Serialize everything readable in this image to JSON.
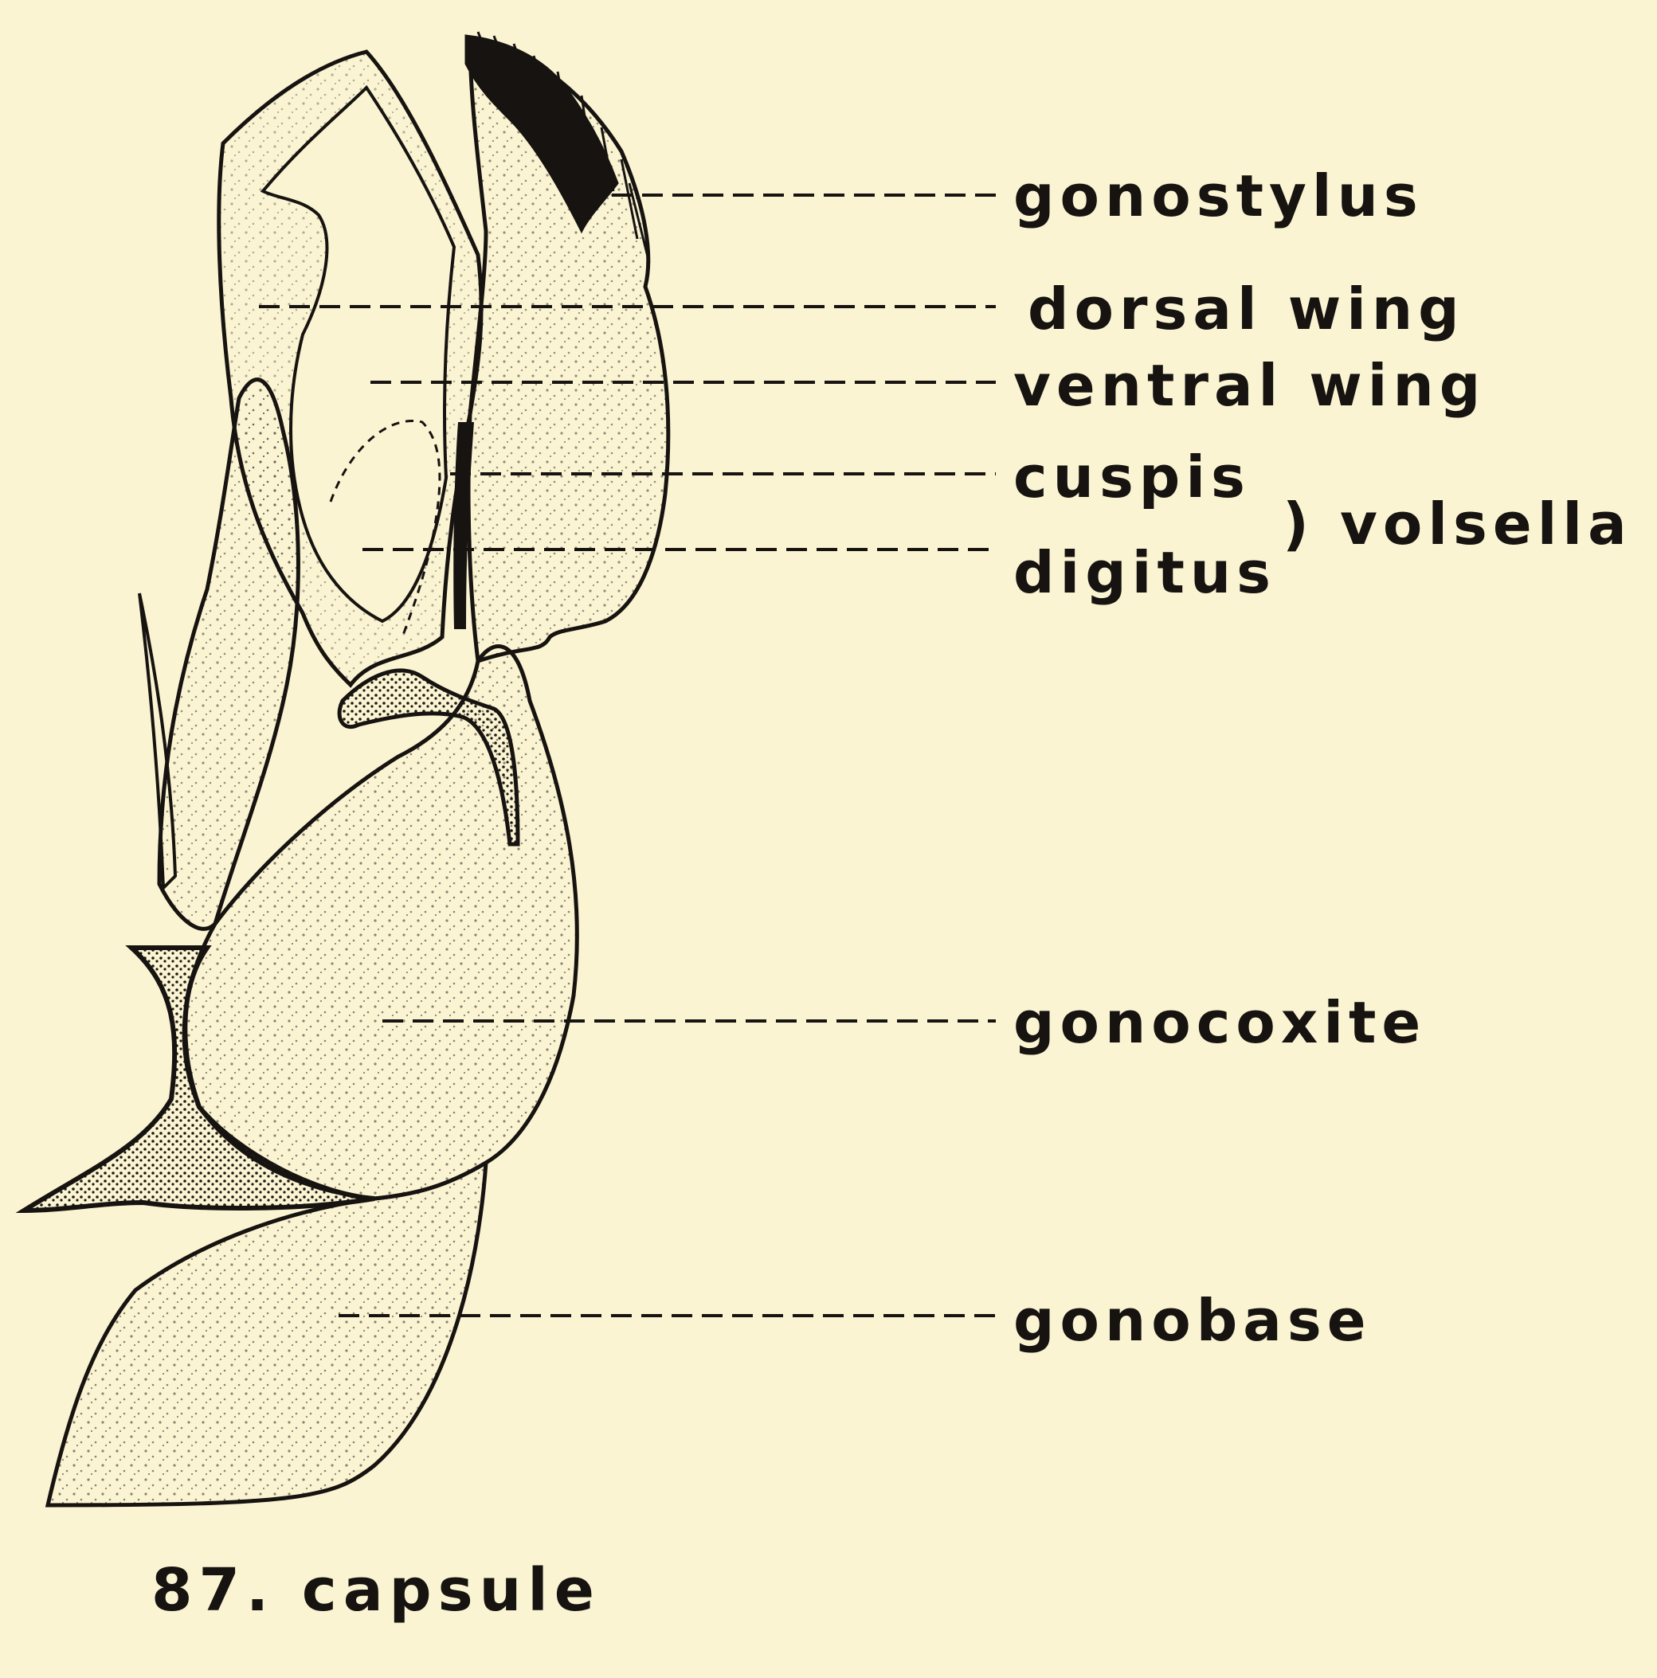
{
  "figure": {
    "caption": "87. capsule"
  },
  "labels": {
    "gonostylus": "gonostylus",
    "dorsal_wing": "dorsal wing",
    "ventral_wing": "ventral wing",
    "cuspis": "cuspis",
    "digitus": "digitus",
    "volsella": ") volsella",
    "gonocoxite": "gonocoxite",
    "gonobase": "gonobase"
  },
  "colors": {
    "paper": "#fbf4d3",
    "ink": "#161310"
  }
}
